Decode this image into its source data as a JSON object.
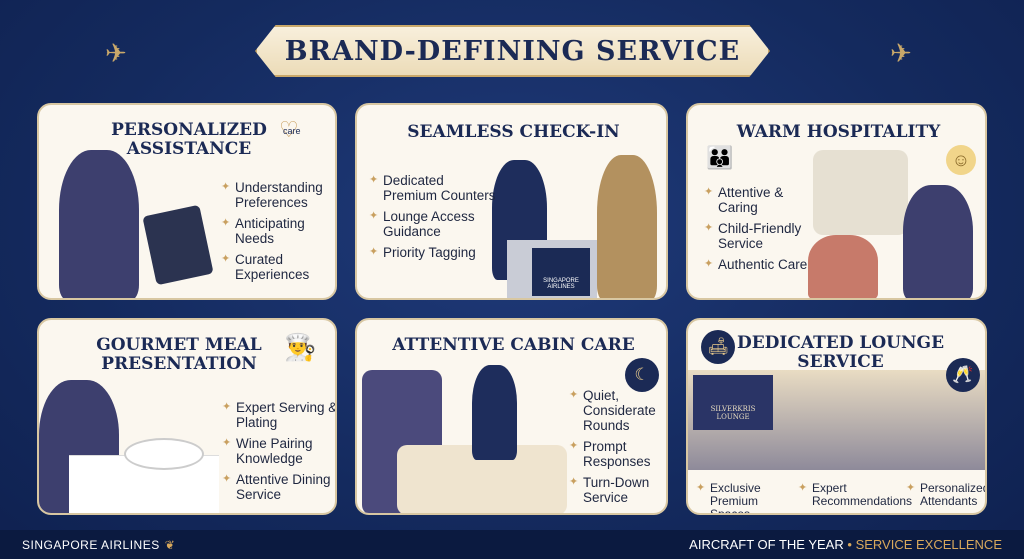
{
  "title": "BRAND-DEFINING SERVICE",
  "cards": [
    {
      "title": "PERSONALIZED ASSISTANCE",
      "badge": "care",
      "bullets": [
        "Understanding Preferences",
        "Anticipating Needs",
        "Curated Experiences"
      ]
    },
    {
      "title": "SEAMLESS CHECK-IN",
      "counter_sign": "SINGAPORE AIRLINES",
      "bullets": [
        "Dedicated Premium Counters",
        "Lounge Access Guidance",
        "Priority Tagging"
      ]
    },
    {
      "title": "WARM HOSPITALITY",
      "bullets": [
        "Attentive & Caring",
        "Child-Friendly Service",
        "Authentic Care"
      ]
    },
    {
      "title": "GOURMET MEAL PRESENTATION",
      "bullets": [
        "Expert Serving & Plating",
        "Wine Pairing Knowledge",
        "Attentive Dining Service"
      ]
    },
    {
      "title": "ATTENTIVE CABIN CARE",
      "bullets": [
        "Quiet, Considerate Rounds",
        "Prompt Responses",
        "Turn-Down Service"
      ]
    },
    {
      "title": "DEDICATED LOUNGE SERVICE",
      "lounge_sign": "SILVERKRIS LOUNGE",
      "bullets": [
        "Exclusive Premium Spaces",
        "Expert Recommendations",
        "Personalized Attendants"
      ]
    }
  ],
  "footer": {
    "logo": "SINGAPORE AIRLINES",
    "tagline_left": "AIRCRAFT OF THE YEAR",
    "separator": "•",
    "tagline_right": "SERVICE EXCELLENCE"
  },
  "colors": {
    "navy": "#142a5e",
    "gold": "#c9a86a",
    "cream": "#fbf7ef"
  }
}
